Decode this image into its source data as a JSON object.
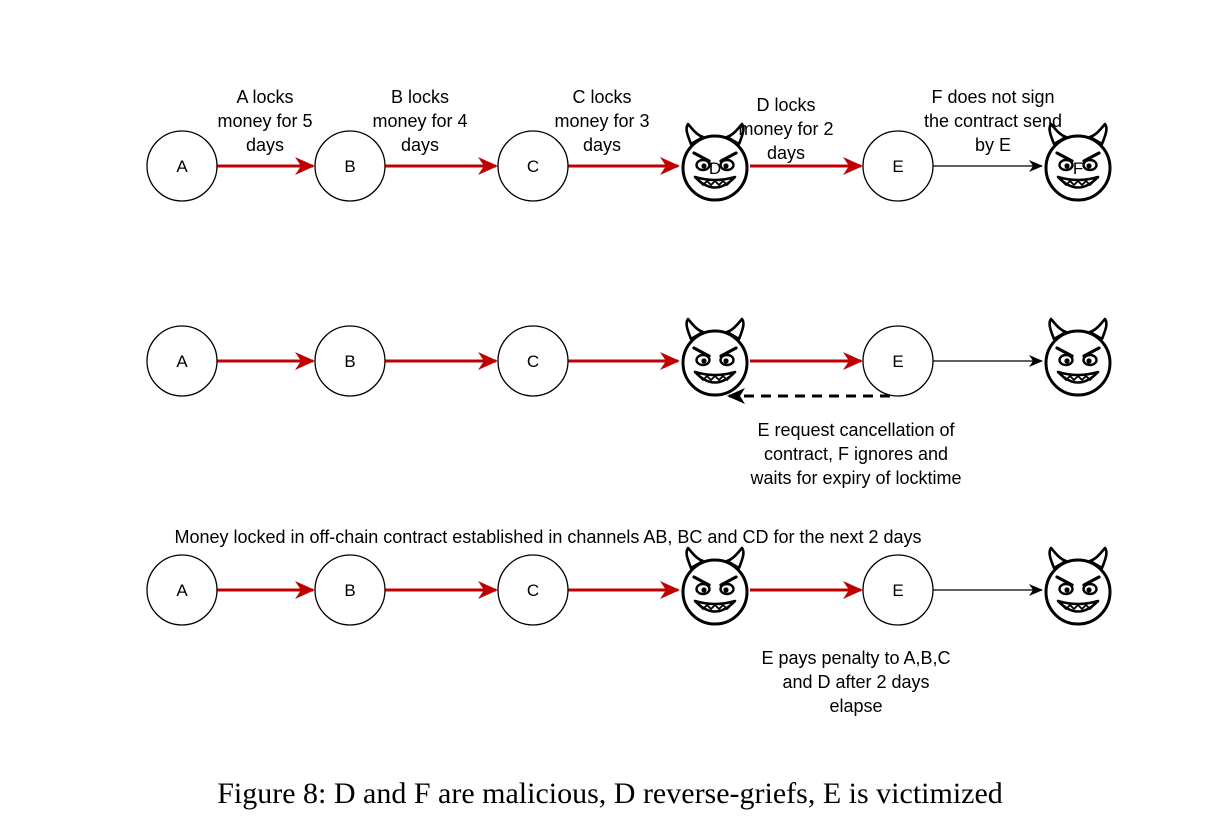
{
  "colors": {
    "edge_locked": "#c00000",
    "edge_plain": "#000000",
    "node_stroke": "#000000",
    "background": "#ffffff"
  },
  "rows": [
    {
      "nodes": [
        {
          "id": "A",
          "label": "A",
          "malicious": false
        },
        {
          "id": "B",
          "label": "B",
          "malicious": false
        },
        {
          "id": "C",
          "label": "C",
          "malicious": false
        },
        {
          "id": "D",
          "label": "D",
          "malicious": true,
          "icon": "devil-icon"
        },
        {
          "id": "E",
          "label": "E",
          "malicious": false
        },
        {
          "id": "F",
          "label": "F",
          "malicious": true,
          "icon": "devil-icon"
        }
      ],
      "edges": [
        {
          "from": "A",
          "to": "B",
          "style": "locked",
          "label": [
            "A locks",
            "money for 5",
            "days"
          ]
        },
        {
          "from": "B",
          "to": "C",
          "style": "locked",
          "label": [
            "B locks",
            "money for 4",
            "days"
          ]
        },
        {
          "from": "C",
          "to": "D",
          "style": "locked",
          "label": [
            "C locks",
            "money for 3",
            "days"
          ]
        },
        {
          "from": "D",
          "to": "E",
          "style": "locked",
          "label": [
            "D locks",
            "money for 2",
            "days"
          ]
        },
        {
          "from": "E",
          "to": "F",
          "style": "plain",
          "label": [
            "F does not sign",
            "the contract send",
            "by E"
          ]
        }
      ]
    },
    {
      "nodes": [
        {
          "id": "A",
          "label": "A",
          "malicious": false
        },
        {
          "id": "B",
          "label": "B",
          "malicious": false
        },
        {
          "id": "C",
          "label": "C",
          "malicious": false
        },
        {
          "id": "D",
          "label": "",
          "malicious": true,
          "icon": "devil-icon"
        },
        {
          "id": "E",
          "label": "E",
          "malicious": false
        },
        {
          "id": "F",
          "label": "",
          "malicious": true,
          "icon": "devil-icon"
        }
      ],
      "edges": [
        {
          "from": "A",
          "to": "B",
          "style": "locked"
        },
        {
          "from": "B",
          "to": "C",
          "style": "locked"
        },
        {
          "from": "C",
          "to": "D",
          "style": "locked"
        },
        {
          "from": "D",
          "to": "E",
          "style": "locked"
        },
        {
          "from": "E",
          "to": "F",
          "style": "plain"
        },
        {
          "from": "E",
          "to": "D",
          "style": "dashed"
        }
      ],
      "note": [
        "E request cancellation of",
        "contract, F ignores and",
        "waits for expiry of locktime"
      ]
    },
    {
      "header": "Money locked in off-chain contract established in channels AB, BC and CD for the next 2 days",
      "nodes": [
        {
          "id": "A",
          "label": "A",
          "malicious": false
        },
        {
          "id": "B",
          "label": "B",
          "malicious": false
        },
        {
          "id": "C",
          "label": "C",
          "malicious": false
        },
        {
          "id": "D",
          "label": "",
          "malicious": true,
          "icon": "devil-icon"
        },
        {
          "id": "E",
          "label": "E",
          "malicious": false
        },
        {
          "id": "F",
          "label": "",
          "malicious": true,
          "icon": "devil-icon"
        }
      ],
      "edges": [
        {
          "from": "A",
          "to": "B",
          "style": "locked"
        },
        {
          "from": "B",
          "to": "C",
          "style": "locked"
        },
        {
          "from": "C",
          "to": "D",
          "style": "locked"
        },
        {
          "from": "D",
          "to": "E",
          "style": "locked"
        },
        {
          "from": "E",
          "to": "F",
          "style": "plain"
        }
      ],
      "note": [
        "E pays penalty to A,B,C",
        "and D after 2 days",
        "elapse"
      ]
    }
  ],
  "caption": "Figure 8: D and F are malicious, D reverse-griefs, E is victimized"
}
